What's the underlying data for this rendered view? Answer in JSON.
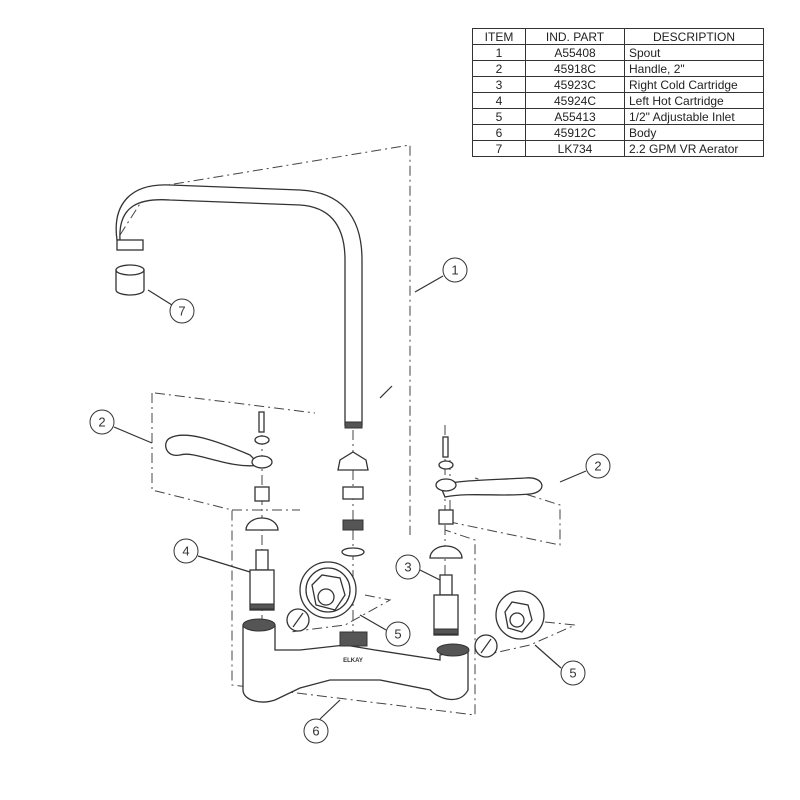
{
  "table": {
    "headers": [
      "ITEM",
      "IND. PART",
      "DESCRIPTION"
    ],
    "rows": [
      {
        "item": "1",
        "part": "A55408",
        "description": "Spout"
      },
      {
        "item": "2",
        "part": "45918C",
        "description": "Handle, 2\""
      },
      {
        "item": "3",
        "part": "45923C",
        "description": "Right Cold Cartridge"
      },
      {
        "item": "4",
        "part": "45924C",
        "description": "Left Hot Cartridge"
      },
      {
        "item": "5",
        "part": "A55413",
        "description": "1/2\" Adjustable Inlet"
      },
      {
        "item": "6",
        "part": "45912C",
        "description": "Body"
      },
      {
        "item": "7",
        "part": "LK734",
        "description": "2.2 GPM VR Aerator"
      }
    ]
  },
  "callouts": {
    "spout": "1",
    "handle_left": "2",
    "handle_right": "2",
    "cold_cartridge": "3",
    "hot_cartridge": "4",
    "inlet_center": "5",
    "inlet_right": "5",
    "body": "6",
    "aerator": "7"
  },
  "body_logo": "ELKAY"
}
